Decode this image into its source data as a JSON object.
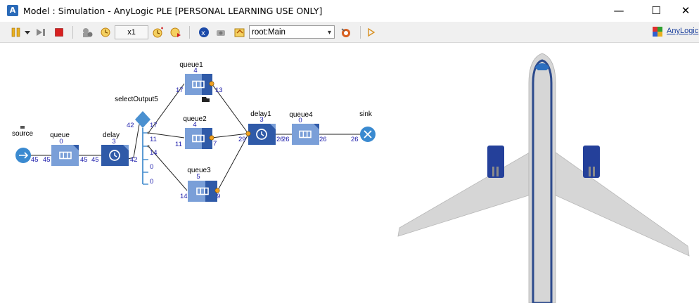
{
  "window": {
    "title": "Model : Simulation - AnyLogic PLE [PERSONAL LEARNING USE ONLY]",
    "minimize_glyph": "—",
    "maximize_glyph": "☐",
    "close_glyph": "✕"
  },
  "toolbar": {
    "speed": "x1",
    "root_select": "root:Main",
    "anylogic_link": "AnyLogic"
  },
  "blocks": {
    "source": {
      "label": "source",
      "out": "45"
    },
    "queue": {
      "label": "queue",
      "count": "0",
      "in": "45",
      "out": "45"
    },
    "delay": {
      "label": "delay",
      "count": "3",
      "in": "45",
      "out": "42"
    },
    "selectOutput5": {
      "label": "selectOutput5",
      "in": "42",
      "outs": [
        "17",
        "11",
        "14",
        "0",
        "0"
      ]
    },
    "queue1": {
      "label": "queue1",
      "count": "4",
      "in": "17",
      "out": "13"
    },
    "queue2": {
      "label": "queue2",
      "count": "4",
      "in": "11",
      "out": "7"
    },
    "queue3": {
      "label": "queue3",
      "count": "5",
      "in": "14",
      "out": "9"
    },
    "delay1": {
      "label": "delay1",
      "count": "3",
      "in": "29",
      "out": "26"
    },
    "queue4": {
      "label": "queue4",
      "count": "0",
      "in": "26",
      "out": "26"
    },
    "sink": {
      "label": "sink",
      "in": "26"
    }
  },
  "colors": {
    "block_light": "#7a9fd8",
    "block_dark": "#2f5aa8",
    "count_text": "#1a1aaa",
    "connector": "#222222",
    "port": "#f0a020",
    "diamond": "#4a90d0",
    "plane_body": "#d6d6d6",
    "plane_stripe": "#2c4a8c",
    "engine": "#24409a"
  }
}
